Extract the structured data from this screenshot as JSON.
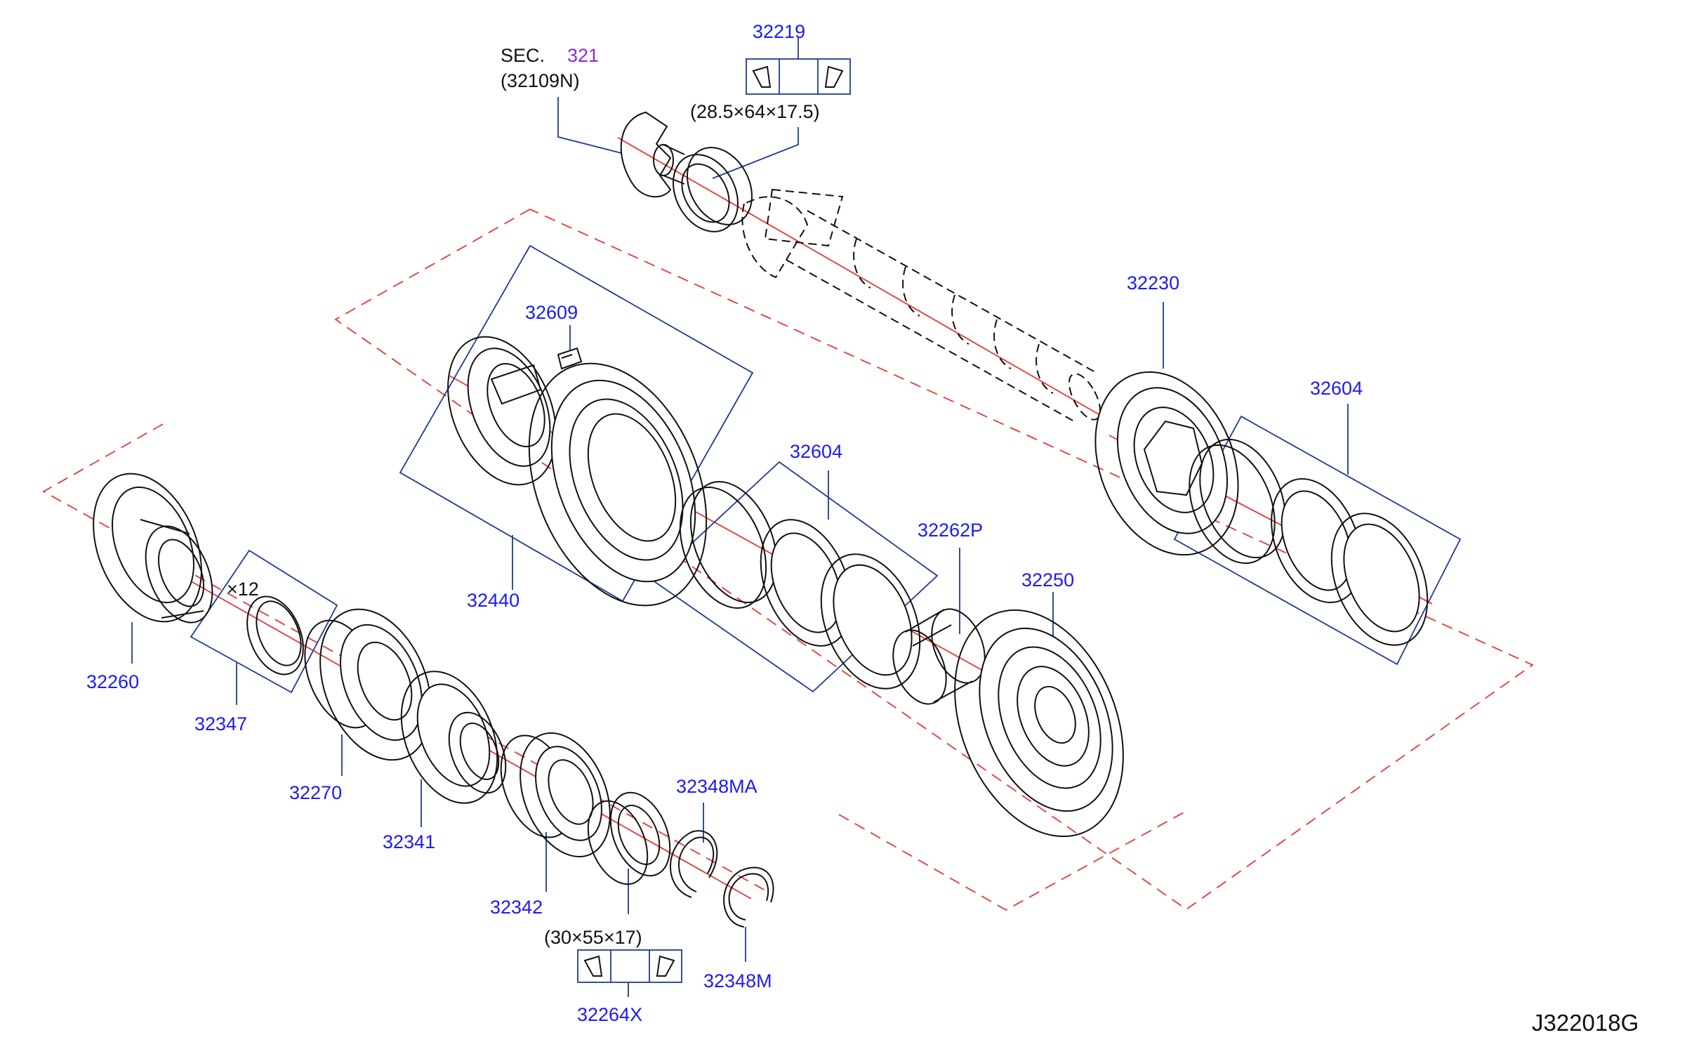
{
  "labels": {
    "sec_prefix": "SEC.",
    "sec_number": "321",
    "sec_part": "(32109N)",
    "p32219": "32219",
    "dim_32219": "(28.5×64×17.5)",
    "p32609": "32609",
    "p32230": "32230",
    "p32604_right": "32604",
    "p32604_mid": "32604",
    "p32262P": "32262P",
    "p32250": "32250",
    "p32440": "32440",
    "qty": "×12",
    "p32260": "32260",
    "p32347": "32347",
    "p32270": "32270",
    "p32341": "32341",
    "p32342": "32342",
    "p32348MA": "32348MA",
    "dim_32264X": "(30×55×17)",
    "p32264X": "32264X",
    "p32348M": "32348M",
    "code": "J322018G"
  },
  "colors": {
    "part_number": "#1a1aff",
    "section_number": "#8a2be2",
    "leader": "#1f3a93",
    "boundary": "#e53935",
    "outline": "#111111"
  }
}
